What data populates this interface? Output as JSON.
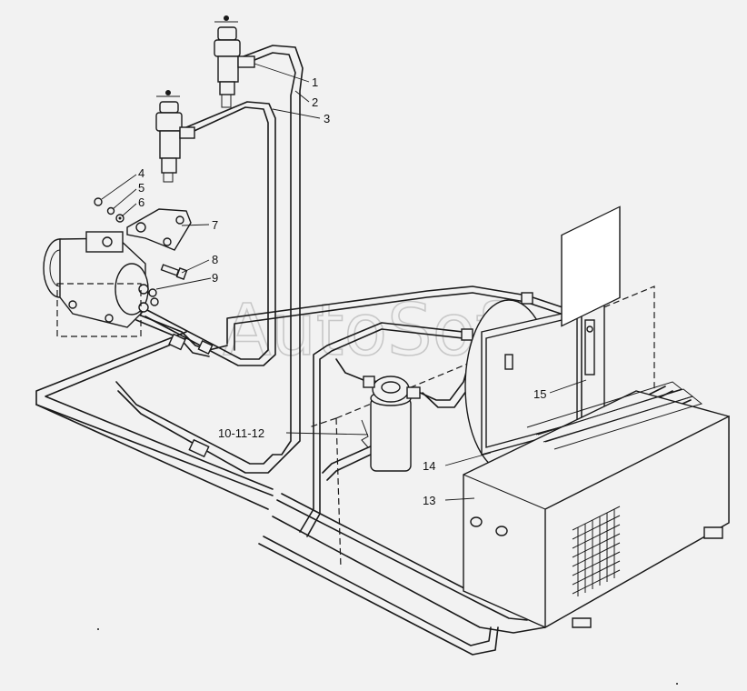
{
  "watermark": "AutoSoft",
  "labels": {
    "l1": "1",
    "l2": "2",
    "l3": "3",
    "l4": "4",
    "l5": "5",
    "l6": "6",
    "l7": "7",
    "l8": "8",
    "l9": "9",
    "l10": "10-11-12",
    "l13": "13",
    "l14": "14",
    "l15": "15"
  }
}
